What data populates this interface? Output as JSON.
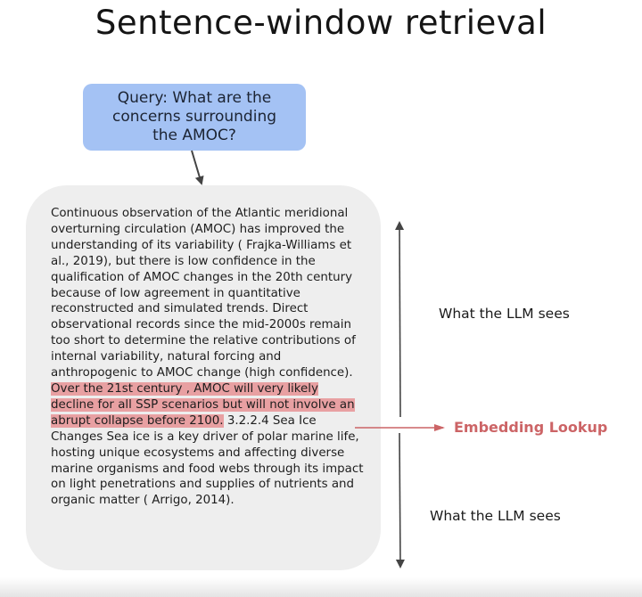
{
  "title": "Sentence-window retrieval",
  "query": {
    "text": "Query: What are the concerns surrounding the AMOC?",
    "color": "#a4c2f4"
  },
  "document": {
    "text_before": "Continuous observation of the Atlantic meridional overturning circulation (AMOC) has improved the understanding of its variability ( Frajka-Williams et al., 2019), but there is low confidence in the qualification of AMOC changes in the 20th century because of low agreement in quantitative reconstructed and simulated trends. Direct observational records since the mid-2000s remain too short to determine the relative contributions of internal variability, natural forcing and anthropogenic to AMOC change (high confidence). ",
    "highlighted_sentence": "Over the 21st century , AMOC will very likely decline for all SSP scenarios but will not involve an abrupt collapse before 2100.",
    "text_after": " 3.2.2.4 Sea Ice Changes Sea ice is a key driver of polar marine life, hosting unique ecosystems and affecting diverse marine organisms and food webs through its impact on light penetrations and supplies of nutrients and organic matter ( Arrigo, 2014).",
    "highlight_color": "#e8a0a2",
    "background_color": "#eeeeee"
  },
  "labels": {
    "upper": "What the LLM sees",
    "lower": "What the LLM sees",
    "embedding": "Embedding Lookup"
  },
  "colors": {
    "accent_red": "#cc6466",
    "arrow_gray": "#444444"
  }
}
